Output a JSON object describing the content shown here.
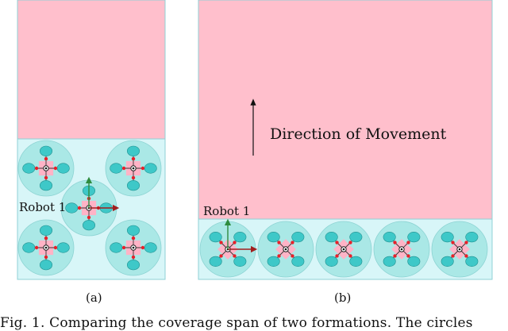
{
  "panel_a": {
    "robot_label": "Robot 1",
    "subfigure_label": "(a)"
  },
  "panel_b": {
    "robot_label": "Robot 1",
    "direction_label": "Direction of Movement",
    "subfigure_label": "(b)"
  },
  "caption": "Fig. 1.    Comparing the coverage span of two formations. The circles",
  "colors": {
    "target_region": "#ffbfcc",
    "coverage_region": "#d8f6f8",
    "robot_disc": "#a2e6e4",
    "robot_body": "#ffb3c6",
    "rotor": "#3ec8c8",
    "sensor_dot": "#e8202a",
    "x_axis": "#a11e1e",
    "y_axis": "#2e8b3e"
  },
  "icons": [
    "quadrotor-icon",
    "x-axis-arrow",
    "y-axis-arrow",
    "direction-arrow"
  ]
}
